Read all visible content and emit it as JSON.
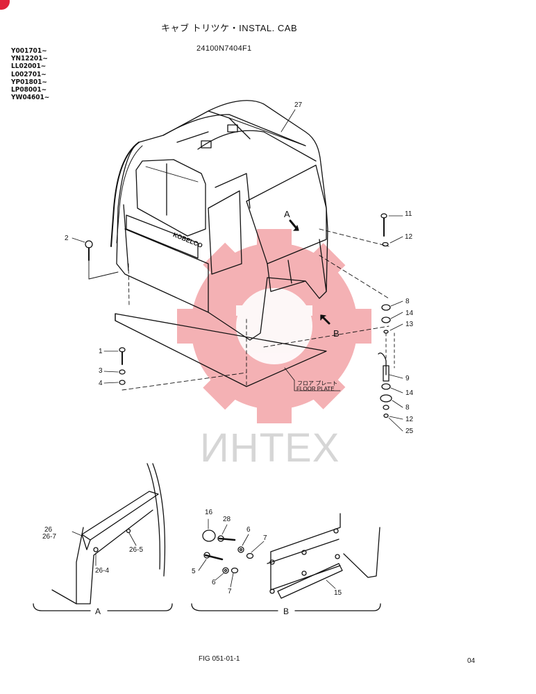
{
  "header": {
    "title": "キャブ トリツケ・INSTAL. CAB",
    "part_number": "24100N7404F1"
  },
  "serials": [
    "Y001701~",
    "YN12201~",
    "LL02001~",
    "L002701~",
    "YP01801~",
    "LP08001~",
    "YW04601~"
  ],
  "callouts": {
    "c27": "27",
    "c2": "2",
    "c11": "11",
    "c12a": "12",
    "c8a": "8",
    "c14a": "14",
    "c13": "13",
    "c1": "1",
    "c3": "3",
    "c4": "4",
    "c9": "9",
    "c14b": "14",
    "c8b": "8",
    "c12b": "12",
    "c25": "25",
    "view_a_arrow": "A",
    "view_b_arrow": "B",
    "floor_plate_jp": "フロア プレート",
    "floor_plate_en": "FLOOR PLATE",
    "d26": "26",
    "d26_7": "26-7",
    "d26_5": "26-5",
    "d26_4": "26-4",
    "d16": "16",
    "d28": "28",
    "d6a": "6",
    "d7a": "7",
    "d5": "5",
    "d6b": "6",
    "d7b": "7",
    "d15": "15",
    "cab_logo": "KOBELCO"
  },
  "details": {
    "a_label": "A",
    "b_label": "B"
  },
  "footer": {
    "figure": "FIG 051-01-1",
    "page": "04"
  },
  "watermark": {
    "text": "ИНТЕХ",
    "logo_color": "#e8323f"
  },
  "colors": {
    "line": "#111111",
    "watermark_logo": "#f2a5a9"
  }
}
